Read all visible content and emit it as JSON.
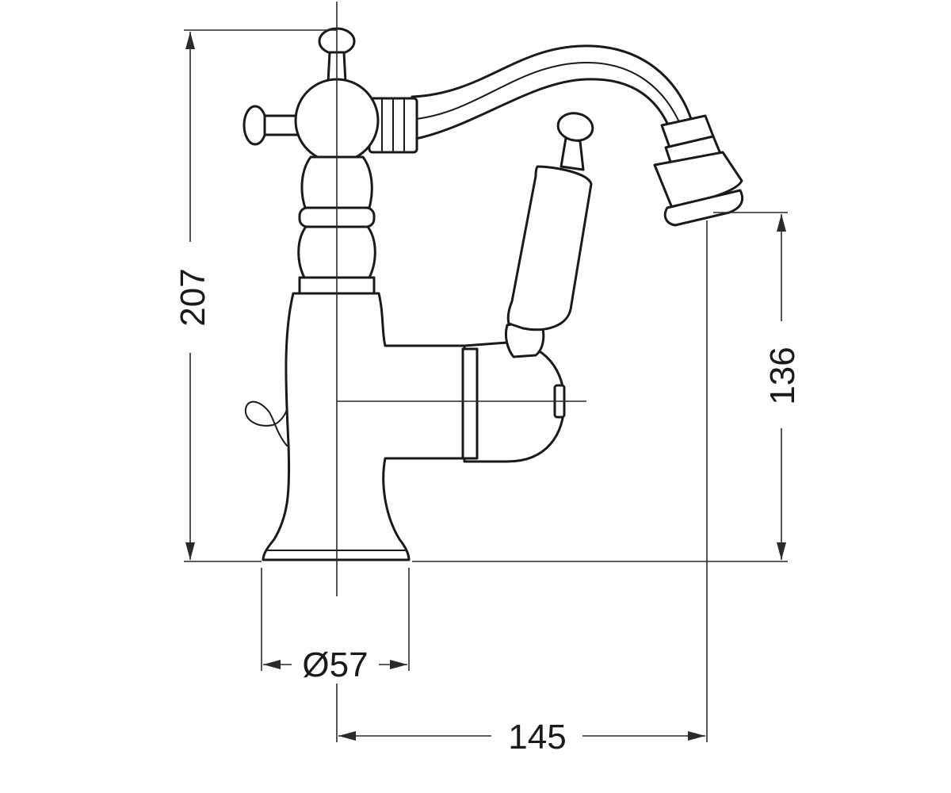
{
  "diagram": {
    "dimensions": {
      "total_height": {
        "label": "207"
      },
      "spout_height": {
        "label": "136"
      },
      "base_diameter": {
        "label": "Ø57"
      },
      "spout_reach": {
        "label": "145"
      }
    },
    "colors": {
      "line": "#1a1a1a",
      "background": "#ffffff"
    }
  }
}
